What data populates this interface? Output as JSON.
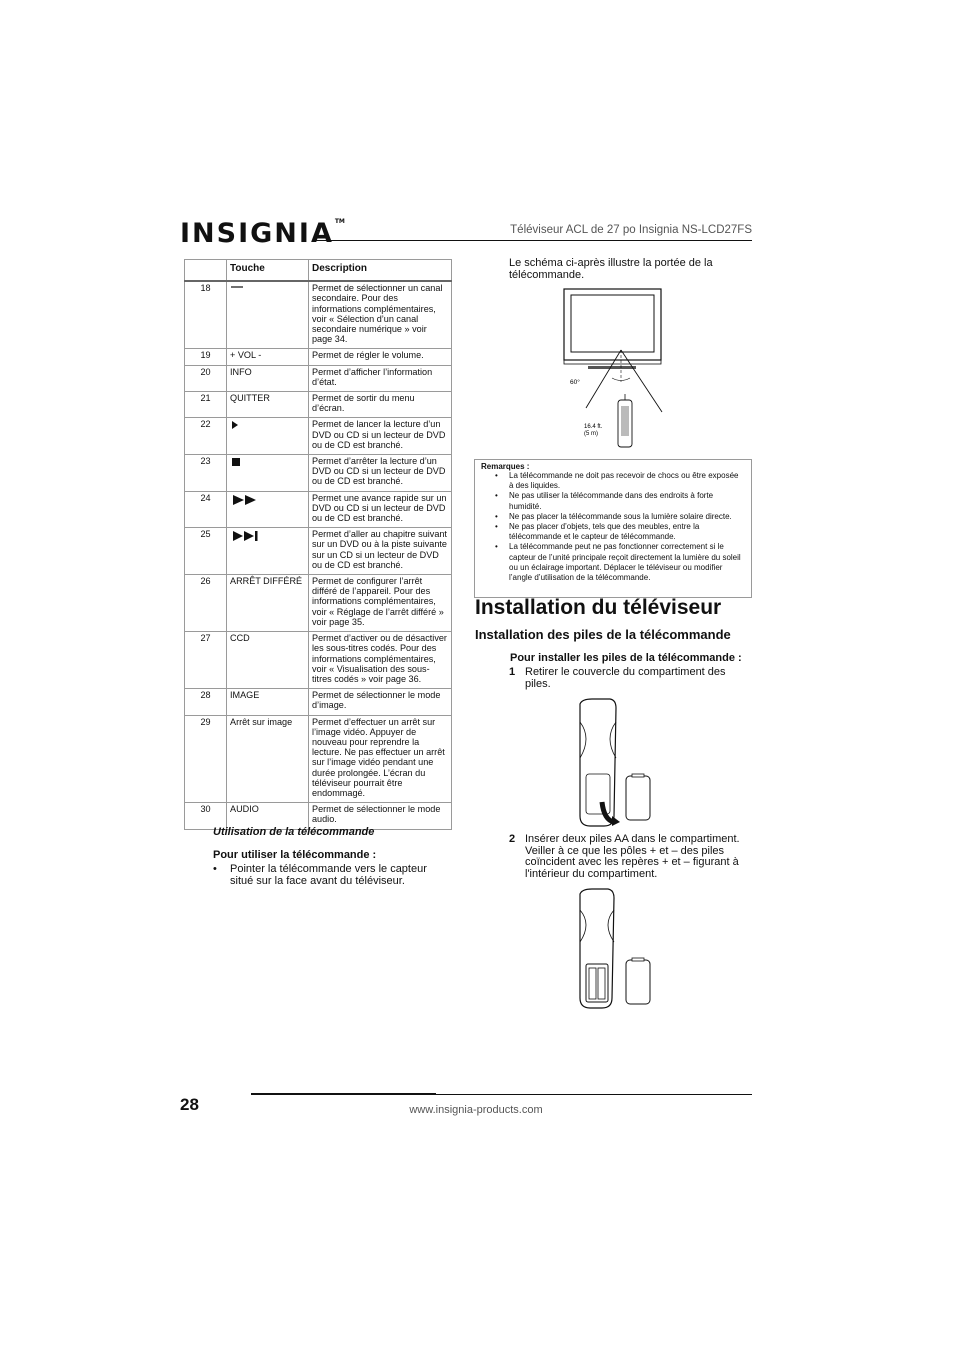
{
  "header": {
    "logo_text": "INSIGNIA",
    "logo_tm": "TM",
    "title": "Téléviseur ACL de 27 po Insignia NS-LCD27FS"
  },
  "table": {
    "headers": [
      "Touche",
      "Description"
    ],
    "rows": [
      {
        "num": "18",
        "key": "—",
        "icon": "dash-icon",
        "desc": "Permet de sélectionner un canal secondaire. Pour des informations complémentaires, voir « Sélection d’un canal secondaire numérique » voir page 34."
      },
      {
        "num": "19",
        "key": "+ VOL -",
        "icon": "",
        "desc": "Permet de régler le volume."
      },
      {
        "num": "20",
        "key": "INFO",
        "icon": "",
        "desc": "Permet d’afficher l’information d’état."
      },
      {
        "num": "21",
        "key": "QUITTER",
        "icon": "",
        "desc": "Permet de sortir du menu d’écran."
      },
      {
        "num": "22",
        "key": "",
        "icon": "play-icon",
        "desc": "Permet de lancer la lecture d’un DVD ou CD si un lecteur de DVD ou de CD est branché."
      },
      {
        "num": "23",
        "key": "",
        "icon": "stop-icon",
        "desc": "Permet d’arrêter la lecture d’un DVD ou CD si un lecteur de DVD ou de CD est branché."
      },
      {
        "num": "24",
        "key": "",
        "icon": "fast-forward-icon",
        "desc": "Permet une avance rapide sur un DVD ou CD si un lecteur de DVD ou de CD est branché."
      },
      {
        "num": "25",
        "key": "",
        "icon": "skip-next-icon",
        "desc": "Permet d’aller au chapitre suivant sur un DVD ou à la piste suivante sur un CD si un lecteur de DVD ou de CD est branché."
      },
      {
        "num": "26",
        "key": "ARRÊT DIFFÉRÉ",
        "icon": "",
        "desc": "Permet de configurer l’arrêt différé de l’appareil. Pour des informations complémentaires, voir « Réglage de l’arrêt différé » voir page 35."
      },
      {
        "num": "27",
        "key": "CCD",
        "icon": "",
        "desc": "Permet d’activer ou de désactiver les sous-titres codés. Pour des informations complémentaires, voir « Visualisation des sous-titres codés » voir page 36."
      },
      {
        "num": "28",
        "key": "IMAGE",
        "icon": "",
        "desc": "Permet de sélectionner le mode d’image."
      },
      {
        "num": "29",
        "key": "Arrêt sur image",
        "icon": "",
        "desc": "Permet d’effectuer un arrêt sur l’image vidéo. Appuyer de nouveau pour reprendre la lecture. Ne pas effectuer un arrêt sur l’image vidéo pendant une durée prolongée. L’écran du téléviseur pourrait être endommagé."
      },
      {
        "num": "30",
        "key": "AUDIO",
        "icon": "",
        "desc": "Permet de sélectionner le mode audio."
      }
    ]
  },
  "left": {
    "caption": "Utilisation de la télécommande",
    "heading": "Pour utiliser la télécommande :",
    "bullet": "Pointer la télécommande vers le capteur situé sur la face avant du téléviseur."
  },
  "right": {
    "range_text": "Le schéma ci-après illustre la portée de la télécommande.",
    "diagram": {
      "angle": "60°",
      "distance_ft": "16.4 ft.",
      "distance_m": "(5 m)"
    },
    "notes_label": "Remarques :",
    "notes": [
      "La télécommande ne doit pas recevoir de chocs ou être exposée à des liquides.",
      "Ne pas utiliser la télécommande dans des endroits à forte humidité.",
      "Ne pas placer la télécommande sous la lumière solaire directe.",
      "Ne pas placer d’objets, tels que des meubles, entre la télécommande et le capteur de télécommande.",
      "La télécommande peut ne pas fonctionner correctement si le capteur de l’unité principale reçoit directement la lumière du soleil ou un éclairage important. Déplacer le téléviseur ou modifier l’angle d’utilisation de la télécommande."
    ],
    "main_heading": "Installation du téléviseur",
    "sub_heading": "Installation des piles de la télécommande",
    "steps_heading": "Pour installer les piles de la télécommande :",
    "steps": [
      {
        "num": "1",
        "text": "Retirer le couvercle du compartiment des piles."
      },
      {
        "num": "2",
        "text": "Insérer deux piles AA dans le compartiment. Veiller à ce que les pôles + et – des piles coïncident avec les repères + et – figurant à l'intérieur du compartiment."
      }
    ]
  },
  "footer": {
    "page_number": "28",
    "url": "www.insignia-products.com"
  }
}
